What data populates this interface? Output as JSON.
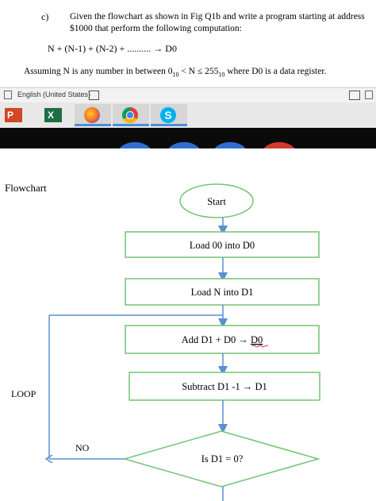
{
  "question": {
    "label": "c)",
    "text": "Given the flowchart as shown in Fig Q1b and write a program starting at address $1000 that perform the following computation:",
    "formula": "N + (N-1) + (N-2) + .......... → D0",
    "assumption_prefix": "Assuming N is any number in between 0",
    "assumption_sub1": "10",
    "assumption_mid": " < N ≤ 255",
    "assumption_sub2": "10",
    "assumption_suffix": " where D0 is a data register."
  },
  "statusbar": {
    "language": "English (United States)"
  },
  "taskbar": {
    "ppt_label": "P",
    "excel_label": "X"
  },
  "flowchart": {
    "title": "Flowchart",
    "start": "Start",
    "step1": "Load 00 into D0",
    "step2": "Load N into D1",
    "step3_prefix": "Add D1 + D0 → ",
    "step3_target": "D0",
    "step4": "Subtract D1 -1 → D1",
    "decision": "Is D1 = 0?",
    "loop_label": "LOOP",
    "no_label": "NO"
  },
  "colors": {
    "arrow": "#5b8fd0",
    "box_border": "#72c472",
    "taskbar_accent": "#4a8fd8"
  }
}
